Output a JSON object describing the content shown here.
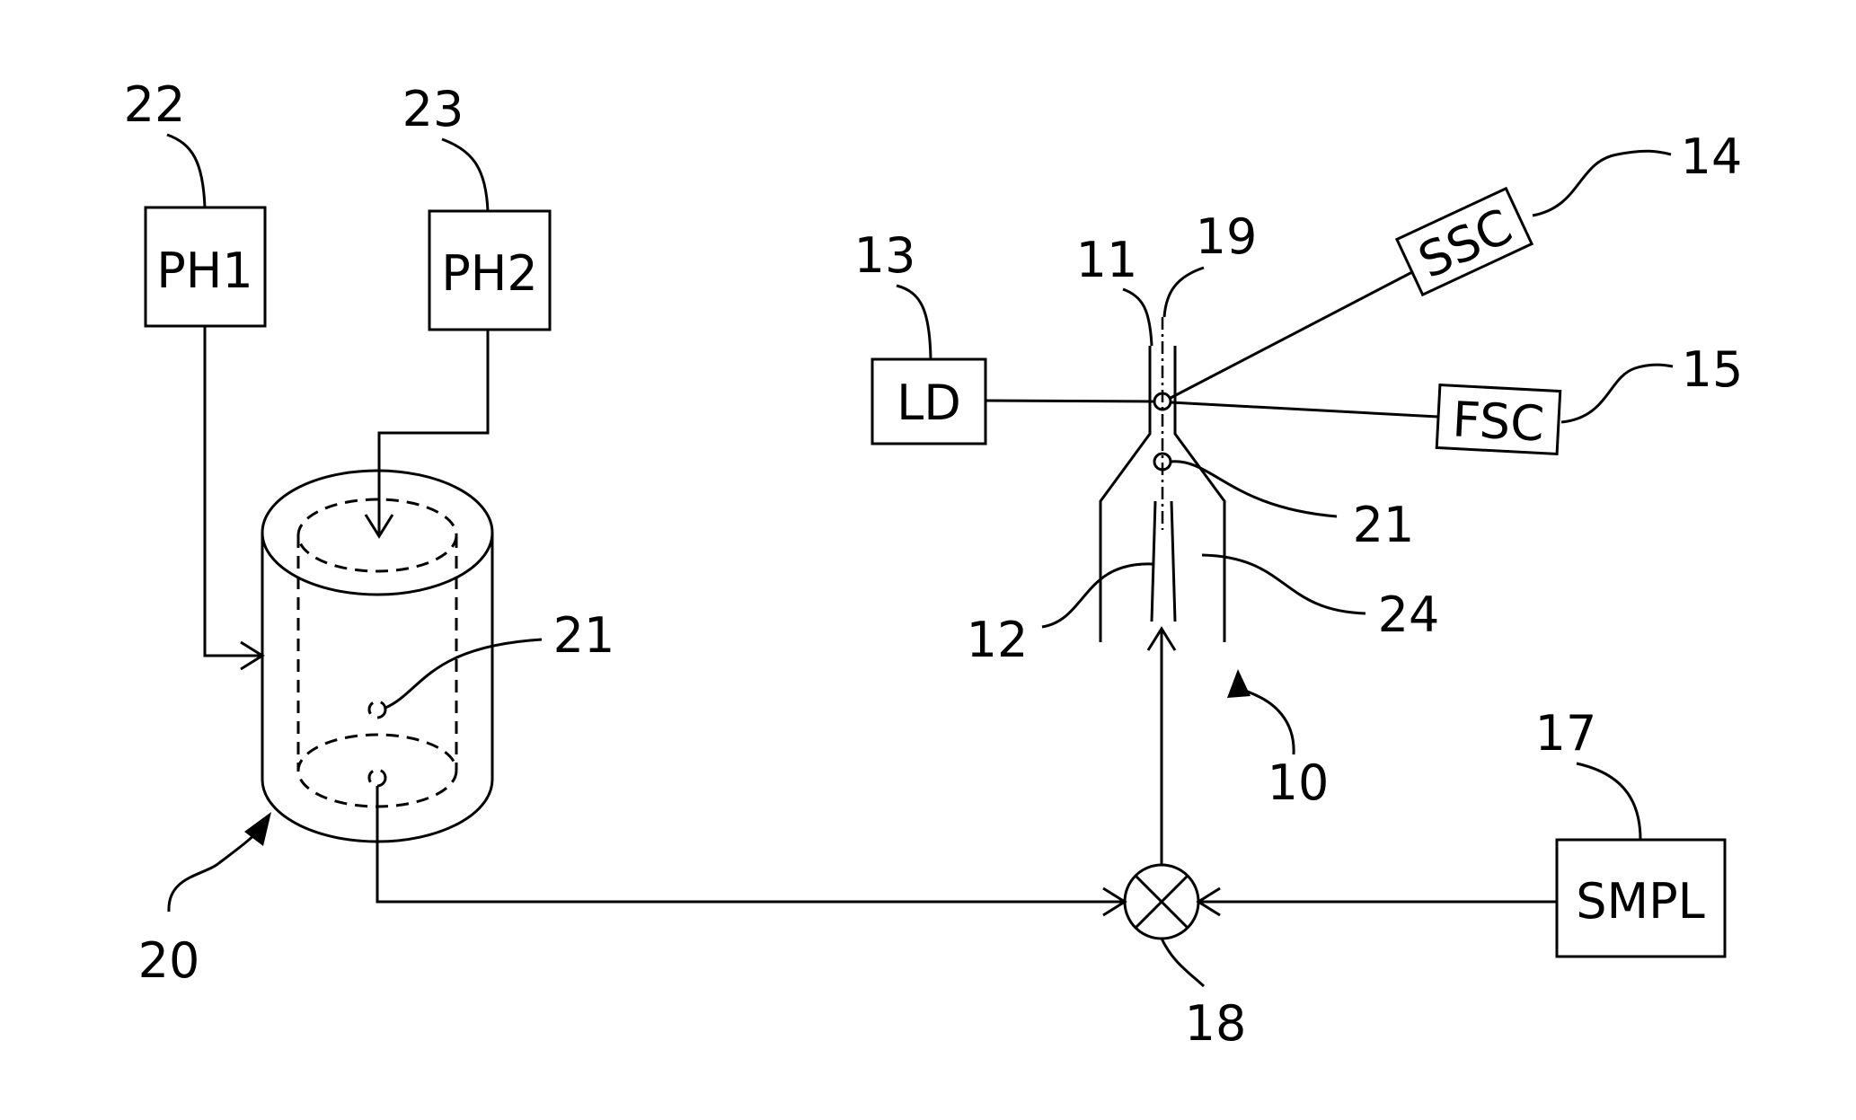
{
  "components": {
    "ph1": {
      "ref": "22",
      "label": "PH1"
    },
    "ph2": {
      "ref": "23",
      "label": "PH2"
    },
    "ld": {
      "ref": "13",
      "label": "LD"
    },
    "ssc": {
      "ref": "14",
      "label": "SSC"
    },
    "fsc": {
      "ref": "15",
      "label": "FSC"
    },
    "smpl": {
      "ref": "17",
      "label": "SMPL"
    }
  },
  "references": {
    "flow_cell": "10",
    "stream": "11",
    "nozzle": "12",
    "mixer": "18",
    "axis": "19",
    "container": "20",
    "particle_in_container": "21",
    "particle_in_cell": "21",
    "sheath": "24"
  }
}
